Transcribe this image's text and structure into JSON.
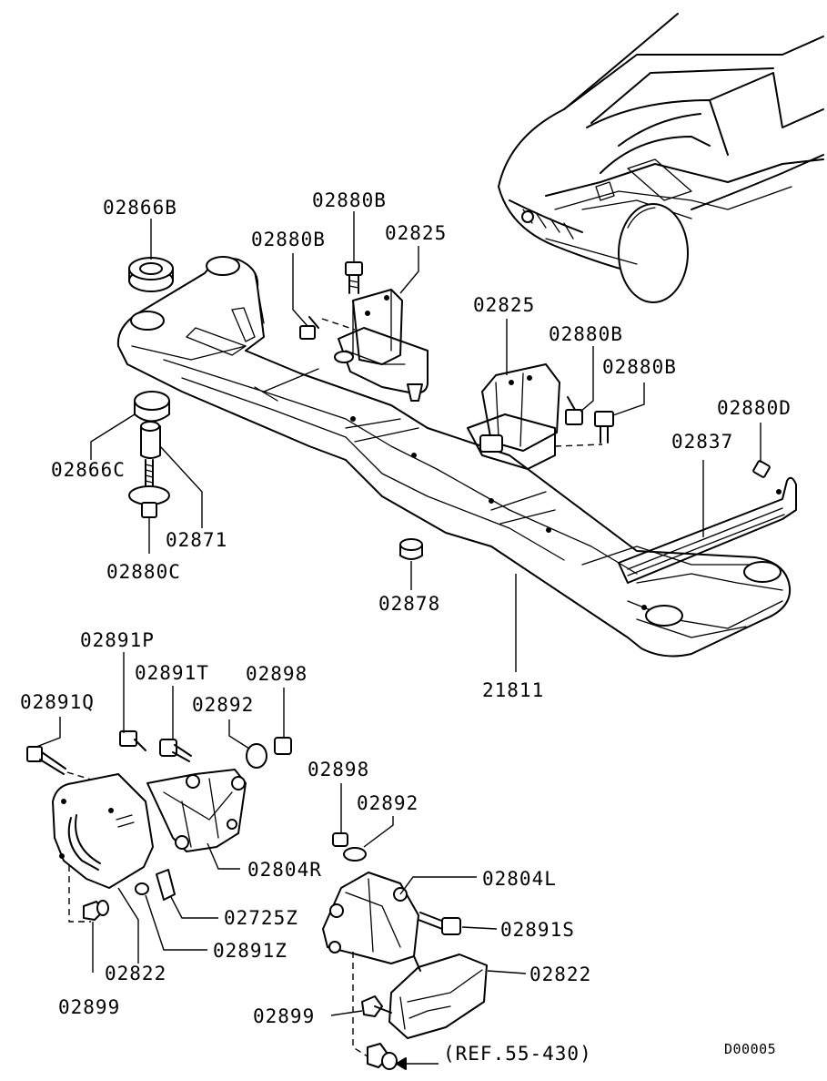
{
  "diagram_id": "D00005",
  "reference_note": "(REF.55-430)",
  "labels": {
    "l_02866B": "02866B",
    "l_02880B_top": "02880B",
    "l_02880B_left": "02880B",
    "l_02825_top": "02825",
    "l_02825_right": "02825",
    "l_02880B_r1": "02880B",
    "l_02880B_r2": "02880B",
    "l_02880D": "02880D",
    "l_02837": "02837",
    "l_02866C": "02866C",
    "l_02871": "02871",
    "l_02880C": "02880C",
    "l_02878": "02878",
    "l_21811": "21811",
    "l_02891P": "02891P",
    "l_02891T": "02891T",
    "l_02898_top": "02898",
    "l_02891Q": "02891Q",
    "l_02892_top": "02892",
    "l_02898_mid": "02898",
    "l_02892_mid": "02892",
    "l_02804R": "02804R",
    "l_02804L": "02804L",
    "l_02725Z": "02725Z",
    "l_02891S": "02891S",
    "l_02891Z": "02891Z",
    "l_02822_left": "02822",
    "l_02822_right": "02822",
    "l_02899_left": "02899",
    "l_02899_right": "02899"
  }
}
